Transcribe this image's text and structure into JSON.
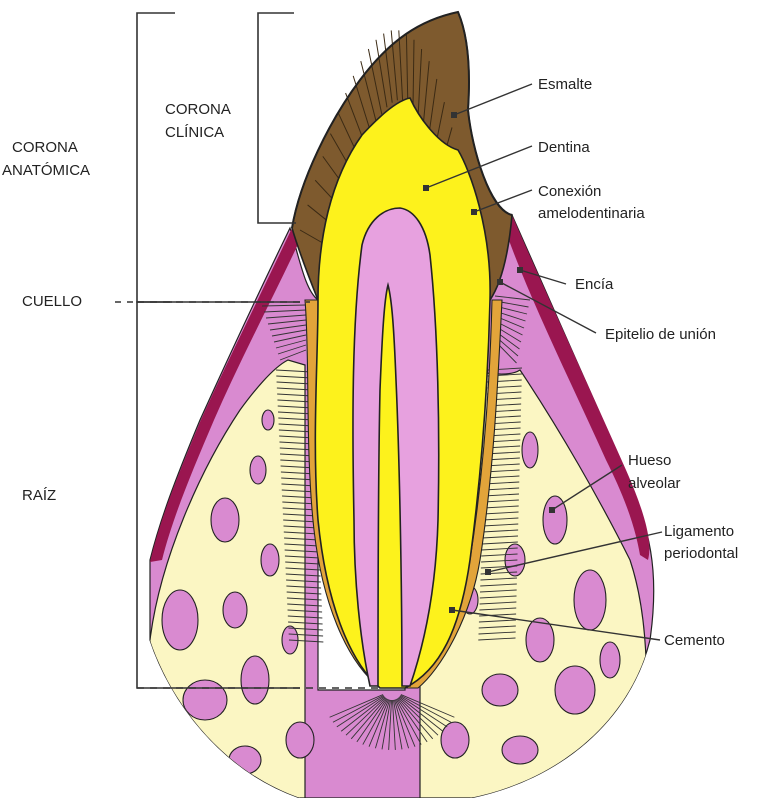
{
  "colors": {
    "gum": "#d98ad0",
    "gum_edge": "#9a1650",
    "bone": "#fbf6c3",
    "enamel": "#7e5a2e",
    "dentin": "#fdf21c",
    "pulp": "#e7a1df",
    "cementum": "#e2a43a",
    "outline": "#222222"
  },
  "regions": {
    "corona_anatomica": [
      "CORONA",
      "ANATÓMICA"
    ],
    "corona_clinica": [
      "CORONA",
      "CLÍNICA"
    ],
    "cuello": "CUELLO",
    "raiz": "RAÍZ"
  },
  "labels": {
    "esmalte": "Esmalte",
    "dentina": "Dentina",
    "conexion": [
      "Conexión",
      "amelodentinaria"
    ],
    "encia": "Encía",
    "epitelio": "Epitelio de unión",
    "hueso": [
      "Hueso",
      "alveolar"
    ],
    "ligamento": [
      "Ligamento",
      "periodontal"
    ],
    "cemento": "Cemento"
  }
}
